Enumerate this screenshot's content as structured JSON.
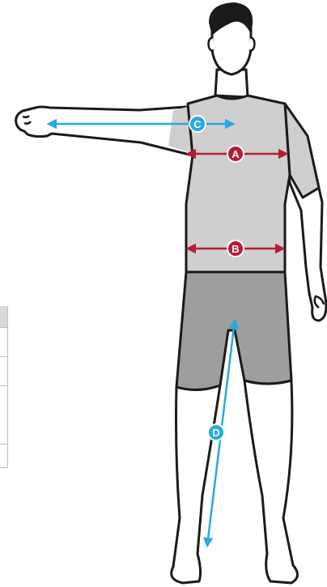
{
  "markers": [
    {
      "letter": "A",
      "measure": "chest",
      "color": "#b71c34"
    },
    {
      "letter": "B",
      "measure": "waist",
      "color": "#b71c34"
    },
    {
      "letter": "C",
      "measure": "sleeve",
      "color": "#29a8e0"
    },
    {
      "letter": "D",
      "measure": "inseam",
      "color": "#29a8e0"
    }
  ],
  "colors": {
    "shirt": "#cfcfcf",
    "shorts": "#9e9e9e",
    "outline": "#1a1a1a",
    "hair": "#1a1a1a"
  }
}
